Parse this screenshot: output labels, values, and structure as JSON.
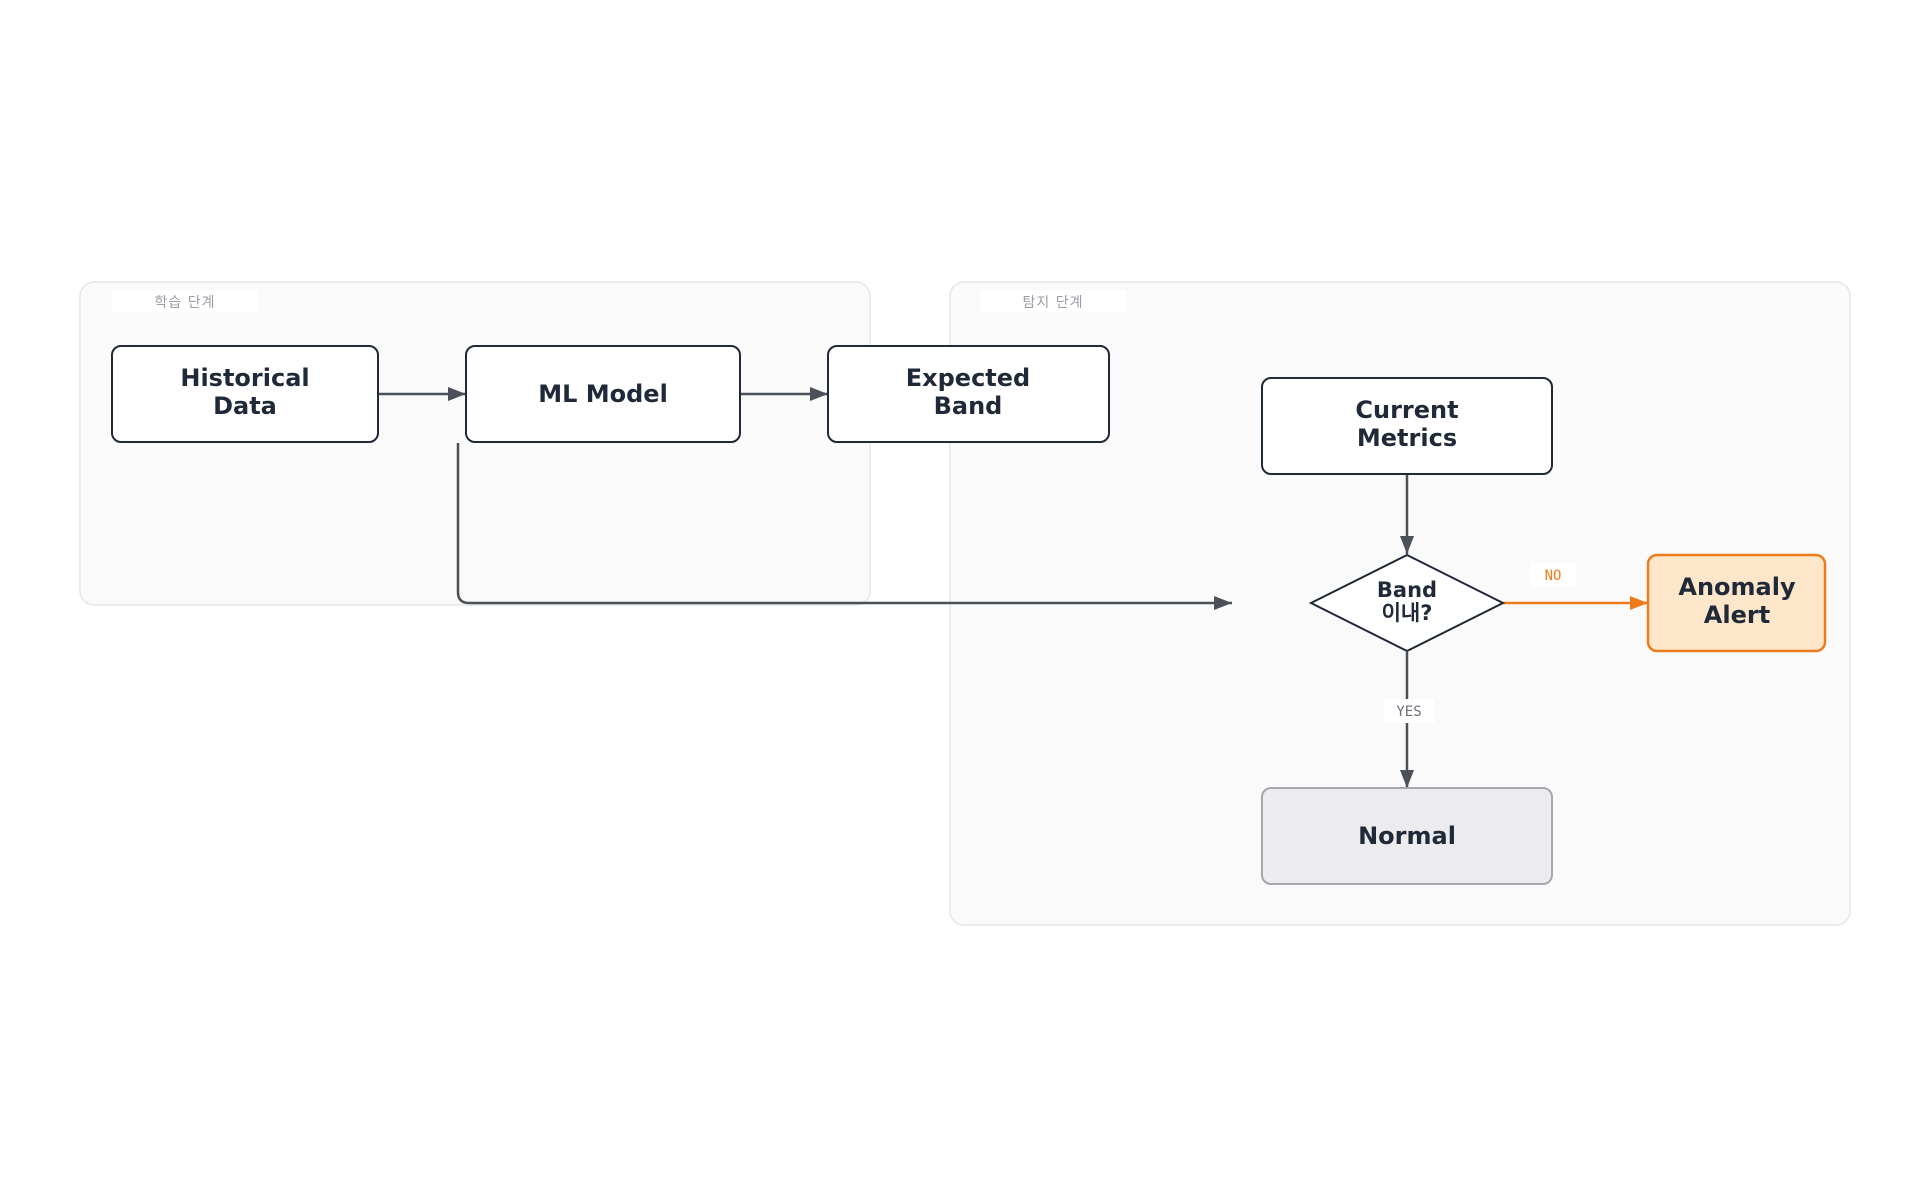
{
  "groups": {
    "training": {
      "label": "학습  단계"
    },
    "detection": {
      "label": "탐지  단계"
    }
  },
  "nodes": {
    "historical_data": {
      "line1": "Historical",
      "line2": "Data"
    },
    "ml_model": {
      "label": "ML Model"
    },
    "expected_band": {
      "line1": "Expected",
      "line2": "Band"
    },
    "current_metrics": {
      "line1": "Current",
      "line2": "Metrics"
    },
    "decision": {
      "line1": "Band",
      "line2": "이내?"
    },
    "anomaly_alert": {
      "line1": "Anomaly",
      "line2": "Alert"
    },
    "normal": {
      "label": "Normal"
    }
  },
  "edges": {
    "no_label": "NO",
    "yes_label": "YES"
  },
  "colors": {
    "accent": "#ee7b1b",
    "node_border": "#1f2937",
    "edge": "#4b5059",
    "alert_fill": "#fde6c9",
    "normal_fill": "#ececee"
  }
}
